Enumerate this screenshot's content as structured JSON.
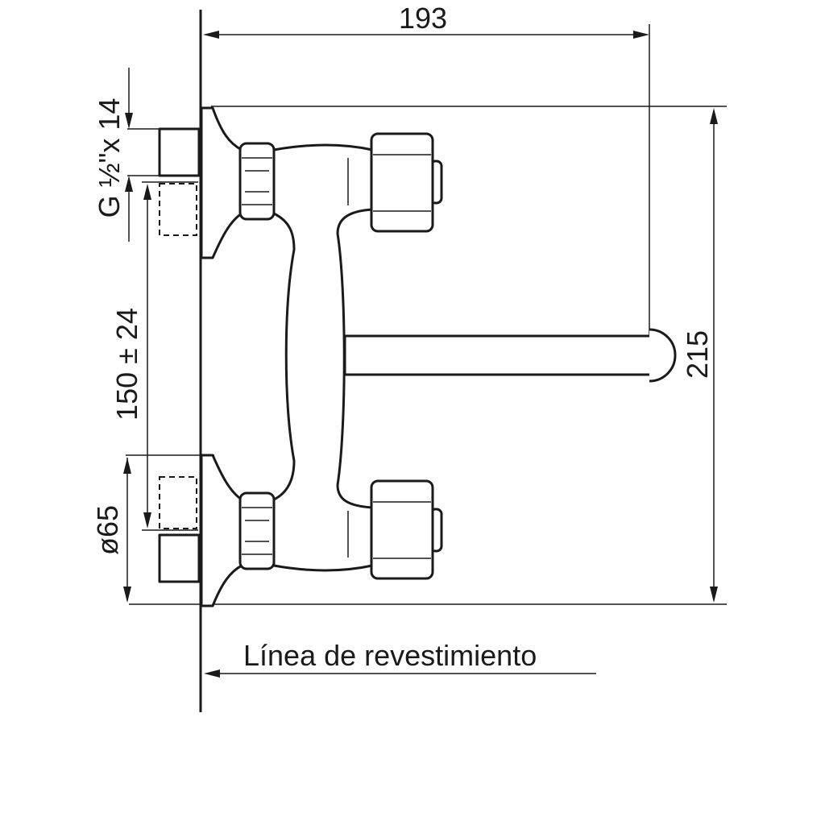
{
  "dimensions": {
    "overall_width": "193",
    "overall_height": "215",
    "inlet_spacing": "150 ± 24",
    "thread": "G ½\"x 14",
    "flange_diameter": "ø65"
  },
  "labels": {
    "finish_line": "Línea de revestimiento"
  },
  "colors": {
    "line": "#1a1a1a",
    "background": "#ffffff"
  }
}
